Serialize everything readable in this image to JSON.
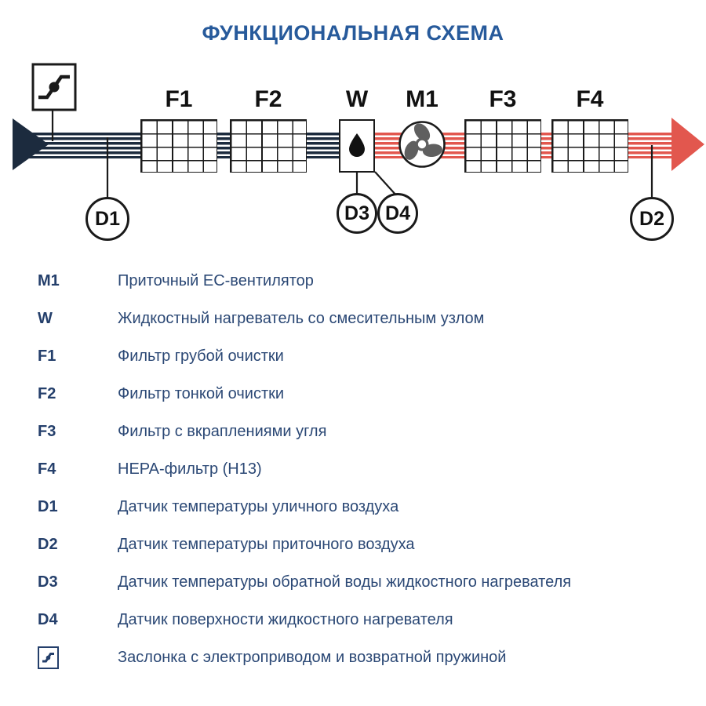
{
  "title": "ФУНКЦИОНАЛЬНАЯ СХЕМА",
  "colors": {
    "title_blue": "#275A9B",
    "legend_navy": "#2B4875",
    "legend_label_navy": "#243F6B",
    "stream_navy": "#1C2B3E",
    "stream_red": "#E2574E",
    "fan_gray": "#5F5F5F"
  },
  "diagram": {
    "labels": {
      "f1": "F1",
      "f2": "F2",
      "w": "W",
      "m1": "M1",
      "f3": "F3",
      "f4": "F4"
    },
    "sensors": {
      "d1": "D1",
      "d2": "D2",
      "d3": "D3",
      "d4": "D4"
    },
    "icons": {
      "damper": "damper-with-actuator-icon",
      "droplet": "water-droplet-icon",
      "fan": "fan-propeller-icon",
      "intake_arrow": "airflow-intake-arrow",
      "supply_arrow": "airflow-supply-arrow"
    }
  },
  "legend": {
    "items": [
      {
        "label": "M1",
        "description": "Приточный EC-вентилятор"
      },
      {
        "label": "W",
        "description": "Жидкостный нагреватель со смесительным узлом"
      },
      {
        "label": "F1",
        "description": "Фильтр грубой очистки"
      },
      {
        "label": "F2",
        "description": "Фильтр тонкой очистки"
      },
      {
        "label": "F3",
        "description": "Фильтр с вкраплениями угля"
      },
      {
        "label": "F4",
        "description": "HEPA-фильтр (H13)"
      },
      {
        "label": "D1",
        "description": "Датчик температуры уличного воздуха"
      },
      {
        "label": "D2",
        "description": "Датчик температуры приточного воздуха"
      },
      {
        "label": "D3",
        "description": "Датчик температуры обратной воды жидкостного нагревателя"
      },
      {
        "label": "D4",
        "description": "Датчик поверхности жидкостного нагревателя"
      },
      {
        "label": "damper-icon",
        "description": "Заслонка с электроприводом и возвратной пружиной"
      }
    ]
  }
}
